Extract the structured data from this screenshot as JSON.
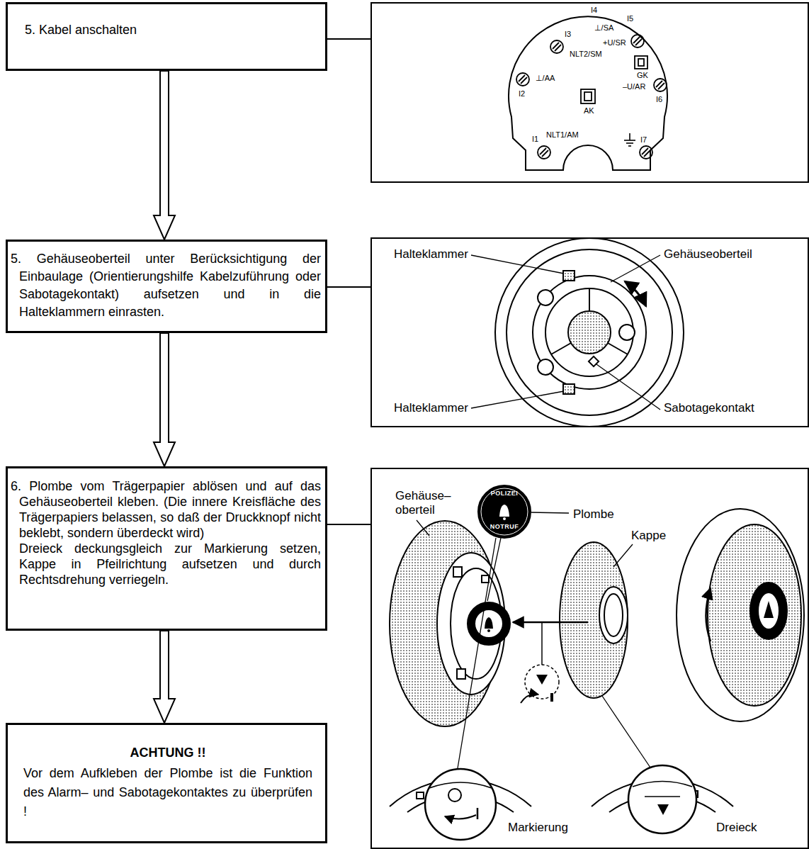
{
  "diagram": {
    "nodes": [
      {
        "text": [
          "5. Kabel anschalten"
        ]
      },
      {
        "text": [
          "I4",
          "I5",
          "⊥/SA",
          "I3",
          "+U/SR",
          "NLT2/SM",
          "GK",
          "⊥/AA",
          "–U/AR",
          "I2",
          "I6",
          "AK",
          "I1",
          "NLT1/AM",
          "I7"
        ]
      },
      {
        "text": [
          "5. Gehäuseoberteil unter Berücksichtigung der Einbaulage (Orientierungshilfe Kabelzuführung oder Sabotagekontakt) aufsetzen und in die Halteklammern einrasten."
        ]
      },
      {
        "text": [
          "Halteklammer",
          "Gehäuseoberteil",
          "Halteklammer",
          "Sabotagekontakt"
        ]
      },
      {
        "text": [
          "6. Plombe vom Trägerpapier ablösen und auf das Gehäuseoberteil kleben. (Die innere Kreisfläche des Trägerpapiers belassen, so daß der Druckknopf nicht beklebt, sondern überdeckt wird)",
          "Dreieck deckungsgleich zur Markierung setzen, Kappe in Pfeilrichtung aufsetzen und durch Rechtsdrehung verriegeln."
        ]
      },
      {
        "text": [
          "Gehäuse–oberteil",
          "Plombe",
          "Kappe",
          "POLIZEI",
          "NOTRUF",
          "Markierung",
          "Dreieck"
        ]
      },
      {
        "text": [
          "ACHTUNG !!",
          "Vor dem Aufkleben der Plombe ist die Funktion des Alarm– und Sabotagekontaktes zu überprüfen !"
        ]
      }
    ],
    "edges": [
      {
        "from": 0,
        "to": 1,
        "arrow": "none"
      },
      {
        "from": 0,
        "to": 2,
        "arrow": "to"
      },
      {
        "from": 2,
        "to": 3,
        "arrow": "none"
      },
      {
        "from": 2,
        "to": 4,
        "arrow": "to"
      },
      {
        "from": 4,
        "to": 5,
        "arrow": "none"
      },
      {
        "from": 4,
        "to": 6,
        "arrow": "to"
      }
    ]
  }
}
